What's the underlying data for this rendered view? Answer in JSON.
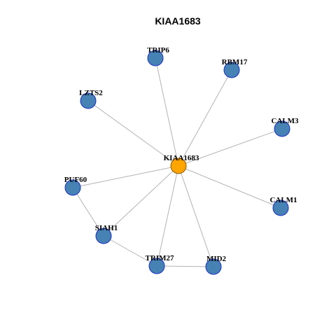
{
  "title": "KIAA1683",
  "colors": {
    "hub_fill": "#FFA500",
    "hub_stroke": "#8B5A00",
    "node_fill": "#4682B4",
    "node_stroke": "#1A2FC8",
    "edge": "#B3B3B3"
  },
  "nodes": [
    {
      "id": "KIAA1683",
      "label": "KIAA1683",
      "hub": true
    },
    {
      "id": "TRIP6",
      "label": "TRIP6"
    },
    {
      "id": "RBM17",
      "label": "RBM17"
    },
    {
      "id": "LZTS2",
      "label": "LZTS2"
    },
    {
      "id": "CALM3",
      "label": "CALM3"
    },
    {
      "id": "PUF60",
      "label": "PUF60"
    },
    {
      "id": "CALM1",
      "label": "CALM1"
    },
    {
      "id": "SIAH1",
      "label": "SIAH1"
    },
    {
      "id": "TRIM27",
      "label": "TRIM27"
    },
    {
      "id": "MID2",
      "label": "MID2"
    }
  ],
  "edges": [
    [
      "KIAA1683",
      "TRIP6"
    ],
    [
      "KIAA1683",
      "RBM17"
    ],
    [
      "KIAA1683",
      "LZTS2"
    ],
    [
      "KIAA1683",
      "CALM3"
    ],
    [
      "KIAA1683",
      "PUF60"
    ],
    [
      "KIAA1683",
      "CALM1"
    ],
    [
      "KIAA1683",
      "SIAH1"
    ],
    [
      "KIAA1683",
      "TRIM27"
    ],
    [
      "KIAA1683",
      "MID2"
    ],
    [
      "PUF60",
      "SIAH1"
    ],
    [
      "SIAH1",
      "TRIM27"
    ],
    [
      "TRIM27",
      "MID2"
    ]
  ]
}
